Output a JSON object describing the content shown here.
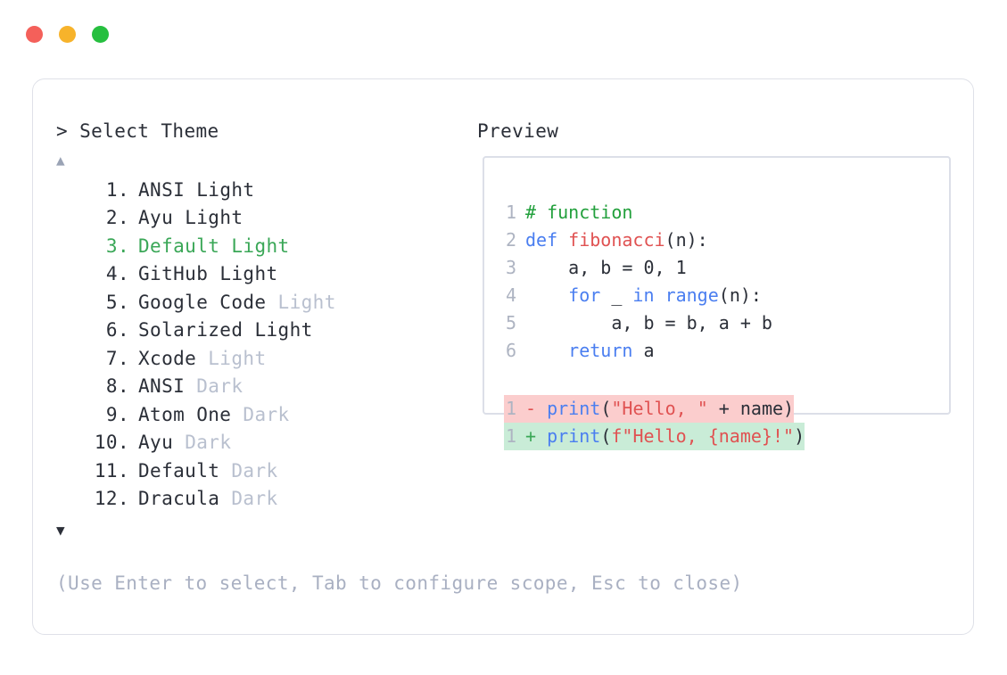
{
  "window": {
    "dots": [
      {
        "name": "close",
        "color": "#f4605a"
      },
      {
        "name": "minimize",
        "color": "#f7b32b"
      },
      {
        "name": "maximize",
        "color": "#26bf3f"
      }
    ]
  },
  "prompt": {
    "header": "> Select Theme",
    "scroll_up_icon": "▲",
    "scroll_down_icon": "▼"
  },
  "themes": [
    {
      "index": "1.",
      "name": "ANSI",
      "variant": "Light",
      "variant_muted": false,
      "selected": false
    },
    {
      "index": "2.",
      "name": "Ayu",
      "variant": "Light",
      "variant_muted": false,
      "selected": false
    },
    {
      "index": "3.",
      "name": "Default",
      "variant": "Light",
      "variant_muted": false,
      "selected": true
    },
    {
      "index": "4.",
      "name": "GitHub",
      "variant": "Light",
      "variant_muted": false,
      "selected": false
    },
    {
      "index": "5.",
      "name": "Google Code",
      "variant": "Light",
      "variant_muted": true,
      "selected": false
    },
    {
      "index": "6.",
      "name": "Solarized",
      "variant": "Light",
      "variant_muted": false,
      "selected": false
    },
    {
      "index": "7.",
      "name": "Xcode",
      "variant": "Light",
      "variant_muted": true,
      "selected": false
    },
    {
      "index": "8.",
      "name": "ANSI",
      "variant": "Dark",
      "variant_muted": true,
      "selected": false
    },
    {
      "index": "9.",
      "name": "Atom One",
      "variant": "Dark",
      "variant_muted": true,
      "selected": false
    },
    {
      "index": "10.",
      "name": "Ayu",
      "variant": "Dark",
      "variant_muted": true,
      "selected": false
    },
    {
      "index": "11.",
      "name": "Default",
      "variant": "Dark",
      "variant_muted": true,
      "selected": false
    },
    {
      "index": "12.",
      "name": "Dracula",
      "variant": "Dark",
      "variant_muted": true,
      "selected": false
    }
  ],
  "footer": {
    "hint": "(Use Enter to select, Tab to configure scope, Esc to close)"
  },
  "preview": {
    "header": "Preview",
    "code_lines": [
      {
        "number": "1",
        "tokens": [
          {
            "t": "# function",
            "c": "c-comment"
          }
        ]
      },
      {
        "number": "2",
        "tokens": [
          {
            "t": "def ",
            "c": "c-keyword"
          },
          {
            "t": "fibonacci",
            "c": "c-func"
          },
          {
            "t": "(n):",
            "c": "c-plain"
          }
        ]
      },
      {
        "number": "3",
        "tokens": [
          {
            "t": "    a, b = 0, 1",
            "c": "c-plain"
          }
        ]
      },
      {
        "number": "4",
        "tokens": [
          {
            "t": "    ",
            "c": "c-plain"
          },
          {
            "t": "for",
            "c": "c-keyword"
          },
          {
            "t": " _ ",
            "c": "c-plain"
          },
          {
            "t": "in",
            "c": "c-keyword"
          },
          {
            "t": " ",
            "c": "c-plain"
          },
          {
            "t": "range",
            "c": "c-builtin"
          },
          {
            "t": "(n):",
            "c": "c-plain"
          }
        ]
      },
      {
        "number": "5",
        "tokens": [
          {
            "t": "        a, b = b, a + b",
            "c": "c-plain"
          }
        ]
      },
      {
        "number": "6",
        "tokens": [
          {
            "t": "    ",
            "c": "c-plain"
          },
          {
            "t": "return",
            "c": "c-keyword"
          },
          {
            "t": " a",
            "c": "c-plain"
          }
        ]
      }
    ],
    "diff_lines": [
      {
        "number": "1",
        "marker": "-",
        "kind": "del",
        "tokens": [
          {
            "t": "print",
            "c": "c-builtin"
          },
          {
            "t": "(",
            "c": "c-plain"
          },
          {
            "t": "\"Hello, \"",
            "c": "c-string"
          },
          {
            "t": " + name)",
            "c": "c-plain"
          }
        ]
      },
      {
        "number": "1",
        "marker": "+",
        "kind": "add",
        "tokens": [
          {
            "t": "print",
            "c": "c-builtin"
          },
          {
            "t": "(",
            "c": "c-plain"
          },
          {
            "t": "f\"Hello, {name}!\"",
            "c": "c-string"
          },
          {
            "t": ")",
            "c": "c-plain"
          }
        ]
      }
    ]
  },
  "colors": {
    "accent_green": "#3aa757",
    "muted_text": "#b9c0cf",
    "body_text": "#2b2f38",
    "hint_text": "#a9b0c2",
    "panel_border": "#dfe1e8",
    "preview_border": "#dcdfe8",
    "diff_del_bg": "#fbcdcd",
    "diff_add_bg": "#c9ecd7"
  }
}
